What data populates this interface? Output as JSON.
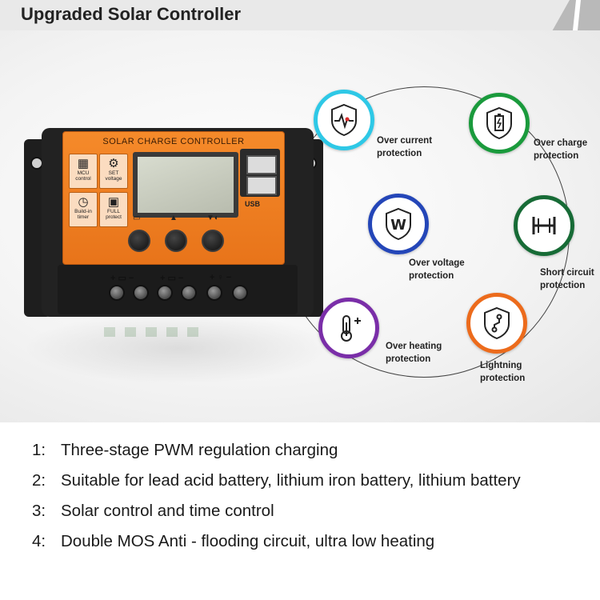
{
  "header": {
    "title": "Upgraded Solar Controller"
  },
  "device": {
    "panel_title": "SOLAR CHARGE CONTROLLER",
    "usb_label": "USB",
    "function_boxes": [
      {
        "icon": "chip-icon",
        "label_line1": "MCU",
        "label_line2": "control"
      },
      {
        "icon": "gear-icon",
        "label_line1": "SET",
        "label_line2": "voltage"
      },
      {
        "icon": "clock-icon",
        "label_line1": "Build-in",
        "label_line2": "timer"
      },
      {
        "icon": "lock-icon",
        "label_line1": "FULL",
        "label_line2": "protect"
      }
    ],
    "terminal_labels": [
      "+ ▭ −",
      "+ ▭ −",
      "+ ♀ −"
    ]
  },
  "features": [
    {
      "icon": "shield-pulse-icon",
      "color": "#2ec8e6",
      "line1": "Over current",
      "line2": "protection"
    },
    {
      "icon": "shield-battery-icon",
      "color": "#1a9a3c",
      "line1": "Over charge",
      "line2": "protection"
    },
    {
      "icon": "w-shield-icon",
      "color": "#2446b8",
      "line1": "Over voltage",
      "line2": "protection"
    },
    {
      "icon": "short-circuit-icon",
      "color": "#176b36",
      "line1": "Short circuit",
      "line2": "protection"
    },
    {
      "icon": "thermometer-icon",
      "color": "#7a2ea8",
      "line1": "Over heating",
      "line2": "protection"
    },
    {
      "icon": "shield-lightning-icon",
      "color": "#ec6b1c",
      "line1": "Lightning",
      "line2": "protection"
    }
  ],
  "list": [
    {
      "num": "1:",
      "text": "Three-stage PWM regulation charging"
    },
    {
      "num": "2:",
      "text": "Suitable for lead acid battery, lithium iron battery, lithium battery"
    },
    {
      "num": "3:",
      "text": "Solar control and time control"
    },
    {
      "num": "4:",
      "text": "Double MOS Anti - flooding circuit, ultra low heating"
    }
  ]
}
